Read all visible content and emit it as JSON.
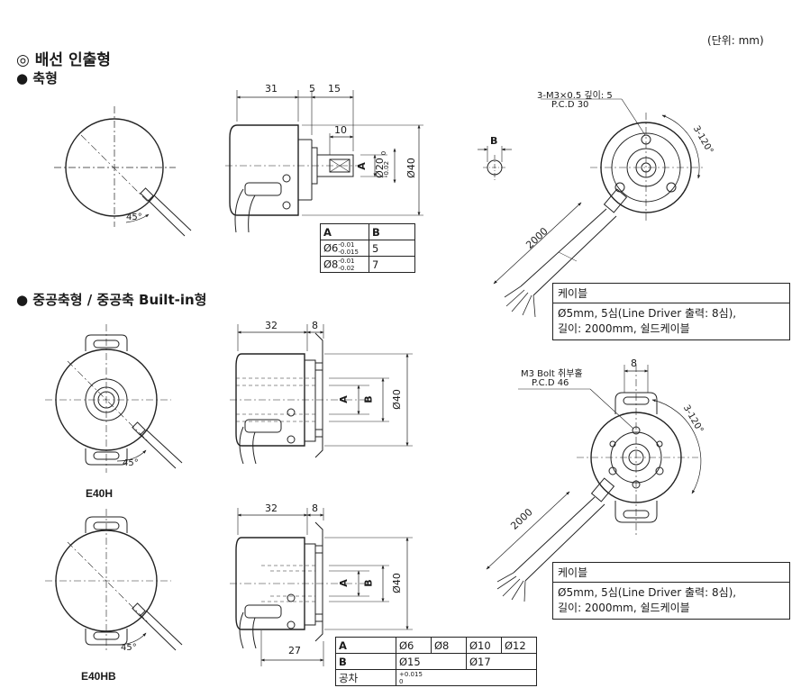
{
  "unit_note": "(단위: mm)",
  "title": "◎ 배선 인출형",
  "section_shaft": "● 축형",
  "section_hollow": "● 중공축형 / 중공축 Built-in형",
  "models": {
    "e40h": "E40H",
    "e40hb": "E40HB"
  },
  "dims": {
    "d31": "31",
    "d5": "5",
    "d15": "15",
    "d10": "10",
    "d32a": "32",
    "d8a": "8",
    "d32b": "32",
    "d8b": "8",
    "d27": "27",
    "dia40a": "Ø40",
    "dia40b": "Ø40",
    "dia40c": "Ø40",
    "dia20": "Ø20",
    "dia20_tol_top": "0",
    "dia20_tol_bot": "-0.02",
    "angle45a": "45°",
    "angle45b": "45°",
    "angle45c": "45°",
    "angle120a": "3-120°",
    "angle120b": "3-120°",
    "cable2000a": "2000",
    "cable2000b": "2000",
    "d8c": "8"
  },
  "letters": {
    "A": "A",
    "B": "B"
  },
  "notes": {
    "m3_tap": "3-M3×0.5 깊이: 5",
    "pcd30": "P.C.D 30",
    "m3_bolt": "M3 Bolt 취부홀",
    "pcd46": "P.C.D 46"
  },
  "shaft_table": {
    "head": [
      "A",
      "B"
    ],
    "rows": [
      {
        "a": "Ø6",
        "tol_top": "-0.01",
        "tol_bot": "-0.015",
        "b": "5"
      },
      {
        "a": "Ø8",
        "tol_top": "-0.01",
        "tol_bot": "-0.02",
        "b": "7"
      }
    ]
  },
  "hollow_table": {
    "row_a": [
      "A",
      "Ø6",
      "Ø8",
      "Ø10",
      "Ø12"
    ],
    "row_b": [
      "B",
      "Ø15",
      "Ø17"
    ],
    "row_tol_label": "공차",
    "tol_top": "+0.015",
    "tol_bot": "0"
  },
  "cable_box": {
    "title": "케이블",
    "line1": "Ø5mm, 5심(Line Driver 출력: 8심),",
    "line2": "길이: 2000mm, 쉴드케이블"
  },
  "cable_box2": {
    "title": "케이블",
    "line1": "Ø5mm, 5심(Line Driver 출력: 8심),",
    "line2": "길이: 2000mm, 쉴드케이블"
  }
}
